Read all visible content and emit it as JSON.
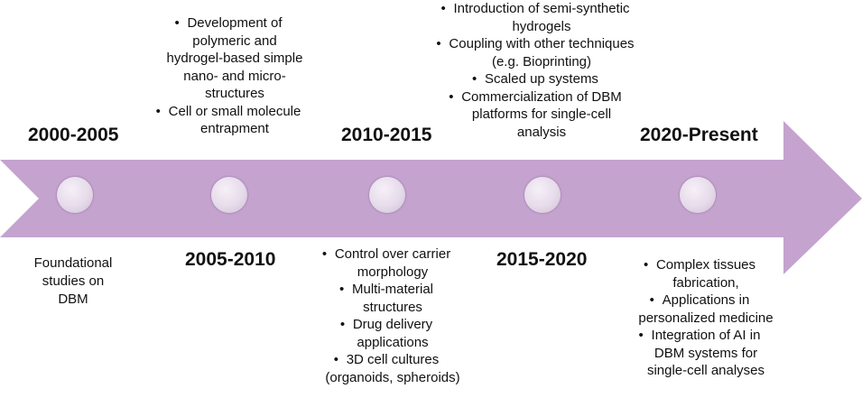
{
  "colors": {
    "arrow": "#c4a3cf",
    "dot": "#e6dbea"
  },
  "periods": [
    {
      "year": "2000-2005",
      "position": "top"
    },
    {
      "year": "2005-2010",
      "position": "bottom"
    },
    {
      "year": "2010-2015",
      "position": "top"
    },
    {
      "year": "2015-2020",
      "position": "bottom"
    },
    {
      "year": "2020-Present",
      "position": "top"
    }
  ],
  "p1_text": [
    "Foundational",
    "studies on",
    "DBM"
  ],
  "p2_items": [
    [
      "Development of",
      "polymeric and",
      "hydrogel-based simple",
      "nano- and micro-",
      "structures"
    ],
    [
      "Cell or small molecule",
      "entrapment"
    ]
  ],
  "p3_items": [
    [
      "Control over carrier",
      "morphology"
    ],
    [
      "Multi-material",
      "structures"
    ],
    [
      "Drug delivery",
      "applications"
    ],
    [
      "3D cell cultures",
      "(organoids, spheroids)"
    ]
  ],
  "p4_items": [
    [
      "Introduction of  semi-synthetic",
      "hydrogels"
    ],
    [
      "Coupling with other techniques",
      "(e.g. Bioprinting)"
    ],
    [
      "Scaled up systems"
    ],
    [
      "Commercialization of DBM",
      "platforms for single-cell",
      "analysis"
    ]
  ],
  "p5_items": [
    [
      "Complex tissues",
      "fabrication,"
    ],
    [
      "Applications in",
      "personalized medicine"
    ],
    [
      "Integration of AI in",
      "DBM systems for",
      "single-cell analyses"
    ]
  ]
}
